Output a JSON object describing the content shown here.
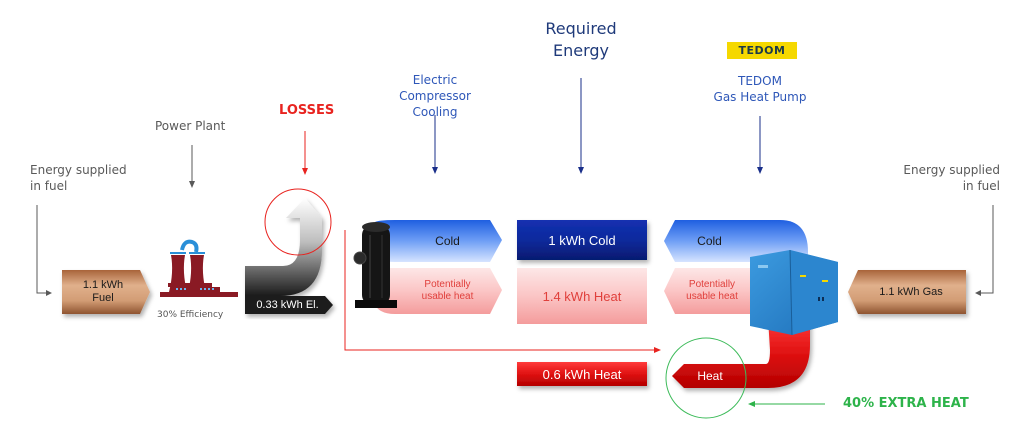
{
  "labels": {
    "fuel_left": [
      "Energy supplied",
      "in fuel"
    ],
    "power_plant": "Power Plant",
    "losses": "LOSSES",
    "electric_compressor": [
      "Electric",
      "Compressor Cooling"
    ],
    "required_energy": [
      "Required",
      "Energy"
    ],
    "tedom_logo": "TEDOM",
    "tedom_pump": [
      "TEDOM",
      "Gas Heat Pump"
    ],
    "fuel_right": [
      "Energy supplied",
      "in fuel"
    ],
    "efficiency": "30% Efficiency",
    "extra_heat": "40% EXTRA HEAT"
  },
  "boxes": {
    "fuel_input": [
      "1.1 kWh",
      "Fuel"
    ],
    "electricity": "0.33 kWh El.",
    "compressor_cold": "Cold",
    "compressor_heat": [
      "Potentially",
      "usable heat"
    ],
    "required_cold": "1 kWh Cold",
    "required_heat": "1.4 kWh Heat",
    "extra_heat_value": "0.6 kWh Heat",
    "pump_cold": "Cold",
    "pump_heat": [
      "Potentially",
      "usable heat"
    ],
    "pump_extra_heat": "Heat",
    "gas_input": "1.1 kWh Gas"
  },
  "colors": {
    "losses_red": "#e8231f",
    "label_blue": "#2e57b8",
    "title_navy": "#1f3a7a",
    "extra_green": "#2db34a",
    "tedom_yellow": "#f5d800",
    "fuel_brown": "#c48a63",
    "cold_blue": "#2f6fe0",
    "cold_dark": "#0a2a9c",
    "heat_pink": "#f9b6b6",
    "heat_red": "#e21b1b",
    "plant_maroon": "#8a1a24"
  }
}
